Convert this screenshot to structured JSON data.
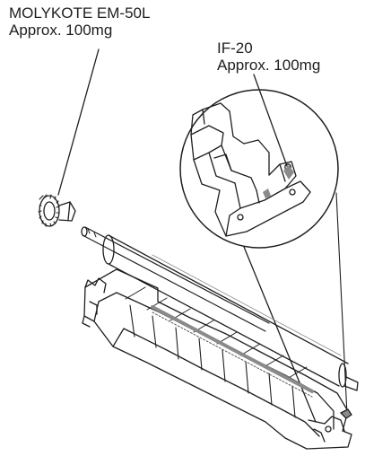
{
  "callouts": {
    "molykote": {
      "name": "MOLYKOTE  EM-50L",
      "amount": "Approx. 100mg"
    },
    "if20": {
      "name": "IF-20",
      "amount": "Approx. 100mg"
    }
  },
  "colors": {
    "line": "#1e1e1e",
    "text": "#1e1e1e",
    "background": "#ffffff",
    "shade": "#8a8a8a"
  }
}
